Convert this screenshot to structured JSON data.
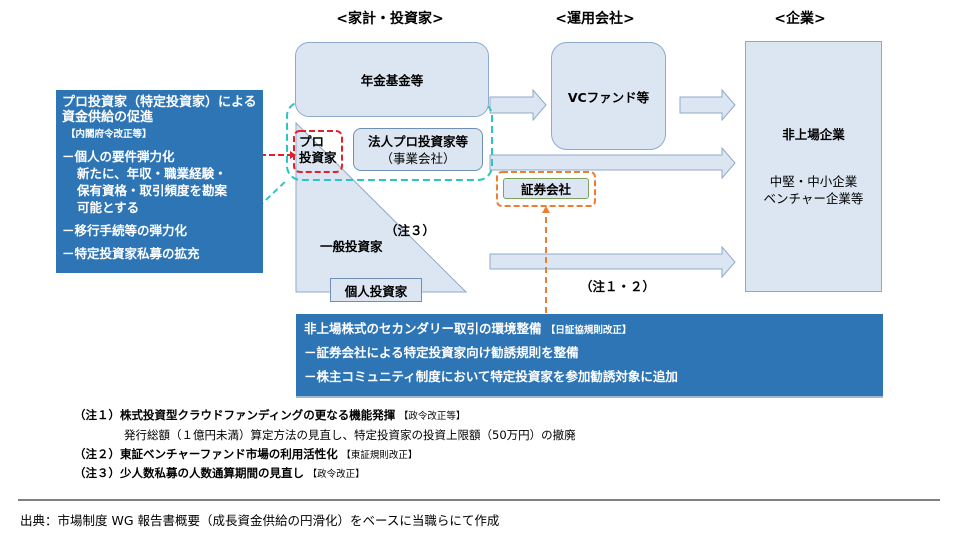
{
  "headers": {
    "household": "<家計・投資家>",
    "asset_manager": "<運用会社>",
    "company": "<企業>"
  },
  "left_panel": {
    "title": "プロ投資家（特定投資家）による資金供給の促進",
    "tag": "【内閣府令改正等】",
    "items": [
      {
        "label": "－個人の要件弾力化",
        "detail": [
          "新たに、年収・職業経験・",
          "保有資格・取引頻度を勘案",
          "可能とする"
        ]
      },
      {
        "label": "－移行手続等の弾力化",
        "detail": []
      },
      {
        "label": "－特定投資家私募の拡充",
        "detail": []
      }
    ]
  },
  "household": {
    "pension": "年金基金等",
    "pro_investor_line1": "プロ",
    "pro_investor_line2": "投資家",
    "corporate_pro_line1": "法人プロ投資家等",
    "corporate_pro_line2": "（事業会社）",
    "note3": "（注３）",
    "general_investor": "一般投資家",
    "individual_investor": "個人投資家"
  },
  "asset_manager": {
    "vc_fund": "VCファンド等",
    "securities_company": "証券会社",
    "note12": "（注１・２）"
  },
  "company": {
    "unlisted": "非上場企業",
    "detail_line1": "中堅・中小企業",
    "detail_line2": "ベンチャー企業等"
  },
  "secondary_panel": {
    "title": "非上場株式のセカンダリー取引の環境整備",
    "tag": "【日証協規則改正】",
    "items": [
      "－証券会社による特定投資家向け勧誘規則を整備",
      "－株主コミュニティ制度において特定投資家を参加勧誘対象に追加"
    ]
  },
  "notes": [
    {
      "label": "（注１）",
      "text": "株式投資型クラウドファンディングの更なる機能発揮",
      "tag": "【政令改正等】",
      "sub": "発行総額（１億円未満）算定方法の見直し、特定投資家の投資上限額（50万円）の撤廃"
    },
    {
      "label": "（注２）",
      "text": "東証ベンチャーファンド市場の利用活性化",
      "tag": "【東証規則改正】",
      "sub": ""
    },
    {
      "label": "（注３）",
      "text": "少人数私募の人数通算期間の見直し",
      "tag": "【政令改正】",
      "sub": ""
    }
  ],
  "source": "出典：市場制度 WG 報告書概要（成長資金供給の円滑化）をベースに当職らにて作成",
  "colors": {
    "blue_panel": "#2e75b6",
    "light_fill": "#dce6f2",
    "red_dash": "#e0202a",
    "teal_dash": "#2ec4c4",
    "orange_dash": "#ed7d31"
  }
}
